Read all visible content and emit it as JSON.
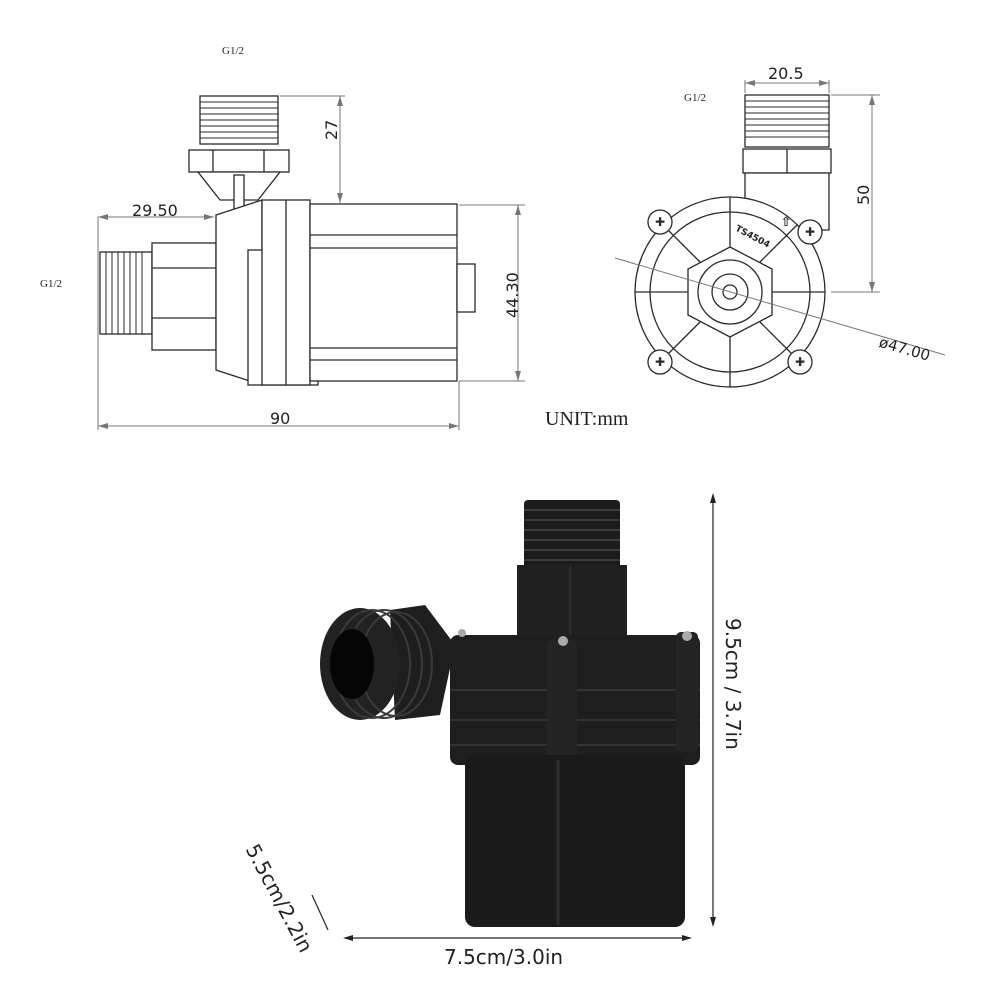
{
  "side_view": {
    "outlet_thread_label": "G1/2",
    "inlet_thread_label": "G1/2",
    "dim_outlet_height": "27",
    "dim_inlet_length": "29.50",
    "dim_body_height": "44.30",
    "dim_total_length": "90"
  },
  "front_view": {
    "thread_label": "G1/2",
    "dim_outlet_width": "20.5",
    "dim_height": "50",
    "dim_diameter": "ø47.00",
    "model_marking": "TS4504"
  },
  "unit_label": "UNIT:mm",
  "photo": {
    "dim_height": "9.5cm / 3.7in",
    "dim_width": "7.5cm/3.0in",
    "dim_depth": "5.5cm/2.2in"
  },
  "colors": {
    "line": "#2a2a2a",
    "dim_line": "#777777",
    "pump_body": "#1b1b1b",
    "pump_highlight": "#3a3a3a"
  }
}
